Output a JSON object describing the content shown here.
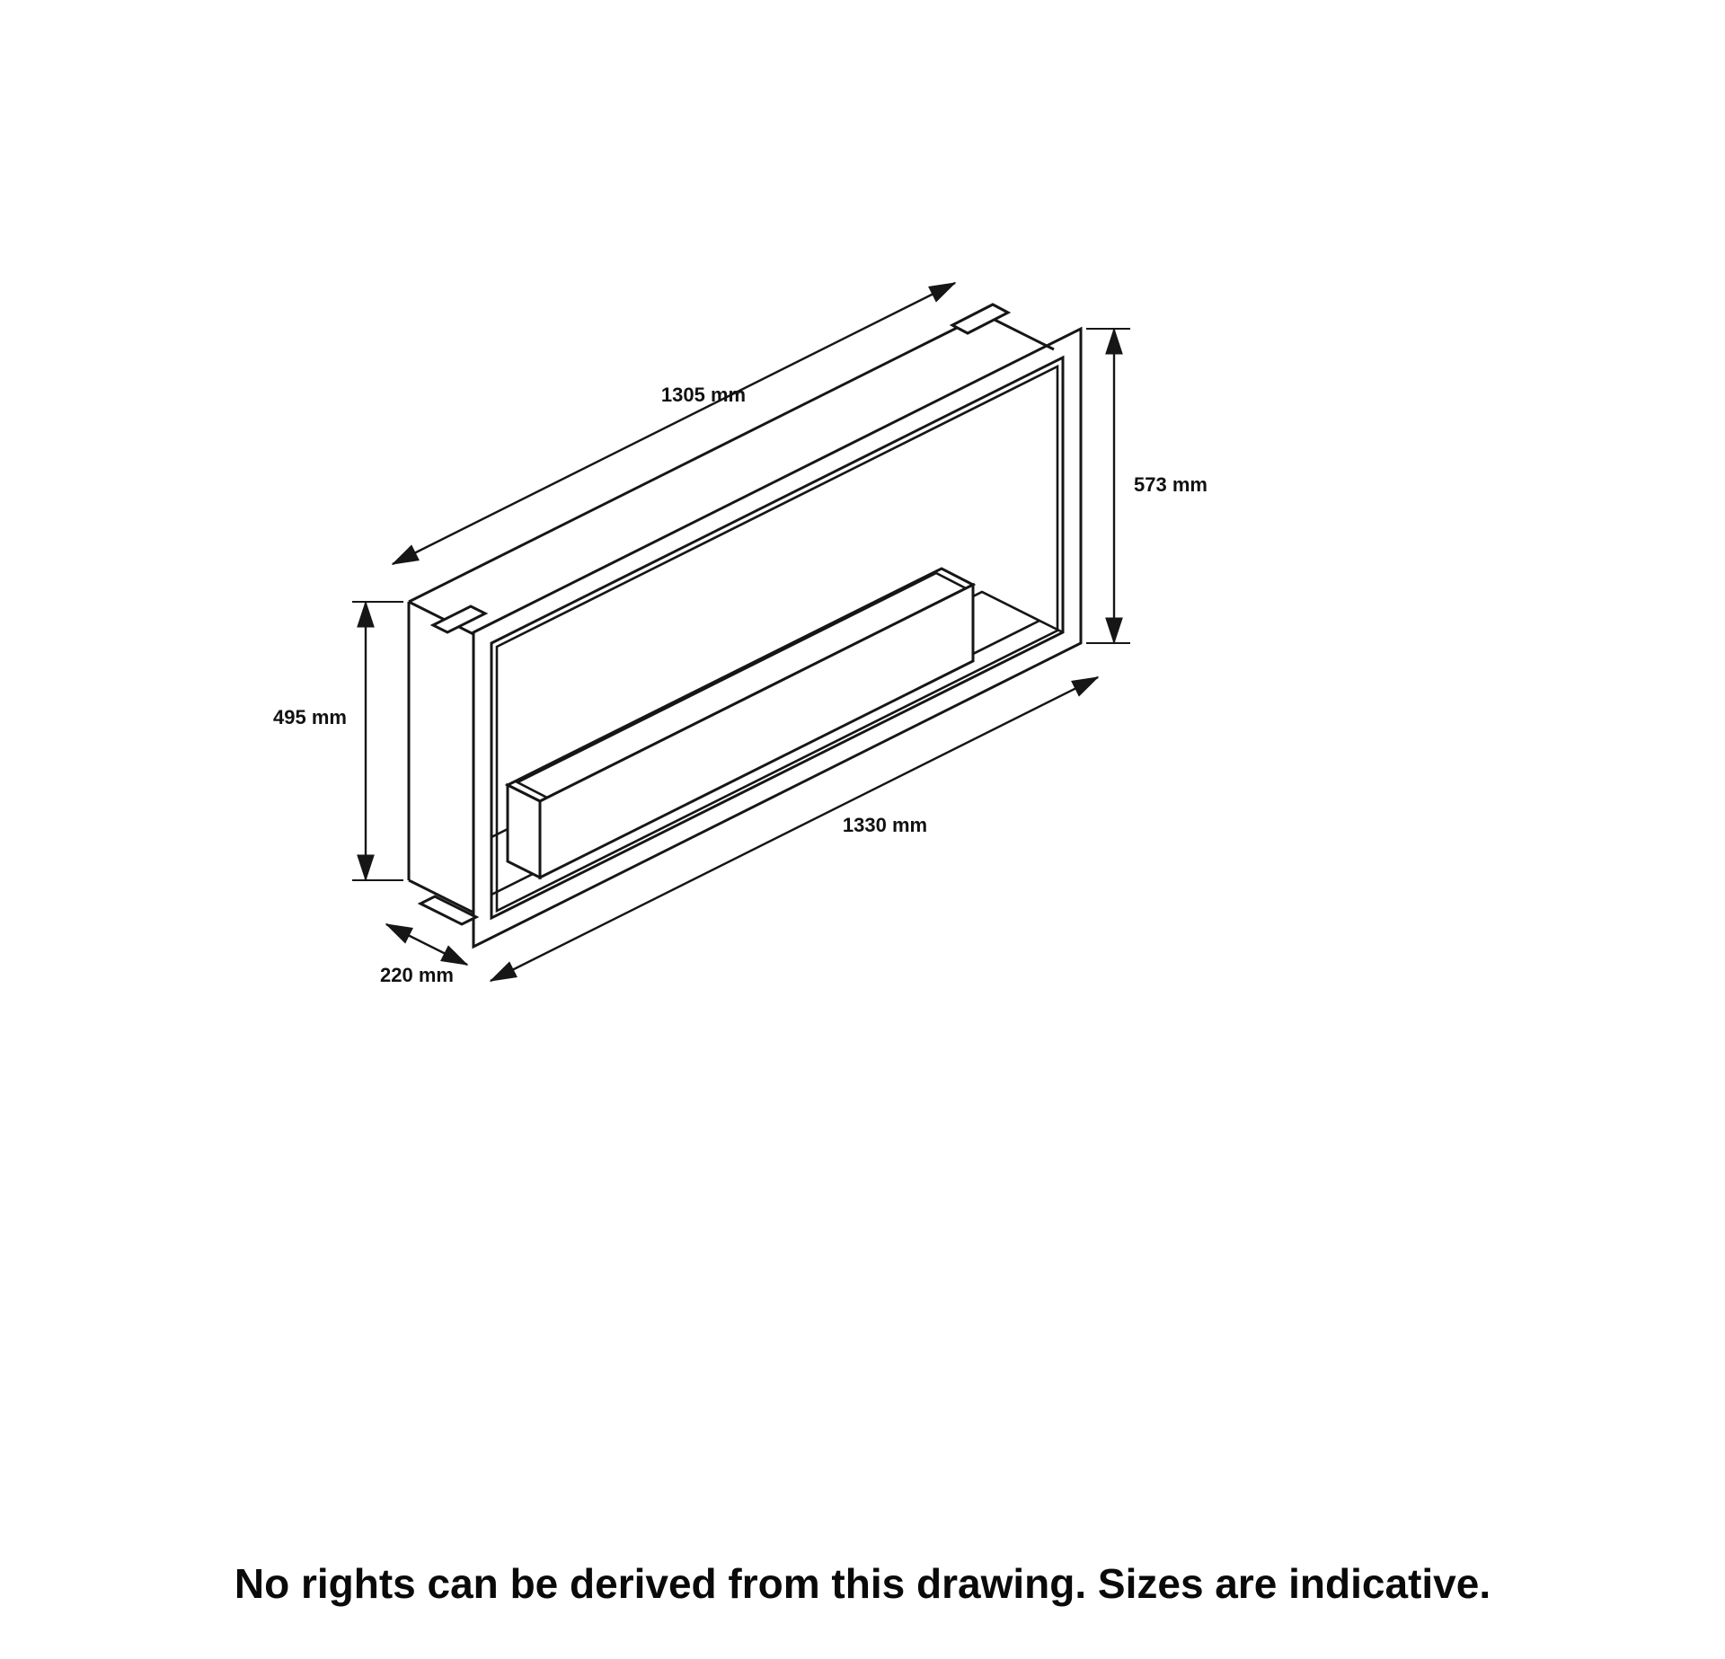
{
  "page": {
    "background_color": "#ffffff",
    "line_color": "#161616"
  },
  "diagram": {
    "type": "technical-drawing",
    "subject": "built-in-fireplace-frame-isometric-view",
    "dimension_labels": {
      "top_width": "1305 mm",
      "front_height": "573 mm",
      "back_height": "495 mm",
      "bottom_width": "1330 mm",
      "depth": "220 mm"
    }
  },
  "footer": {
    "disclaimer": "No rights can be derived from this drawing. Sizes are indicative."
  }
}
